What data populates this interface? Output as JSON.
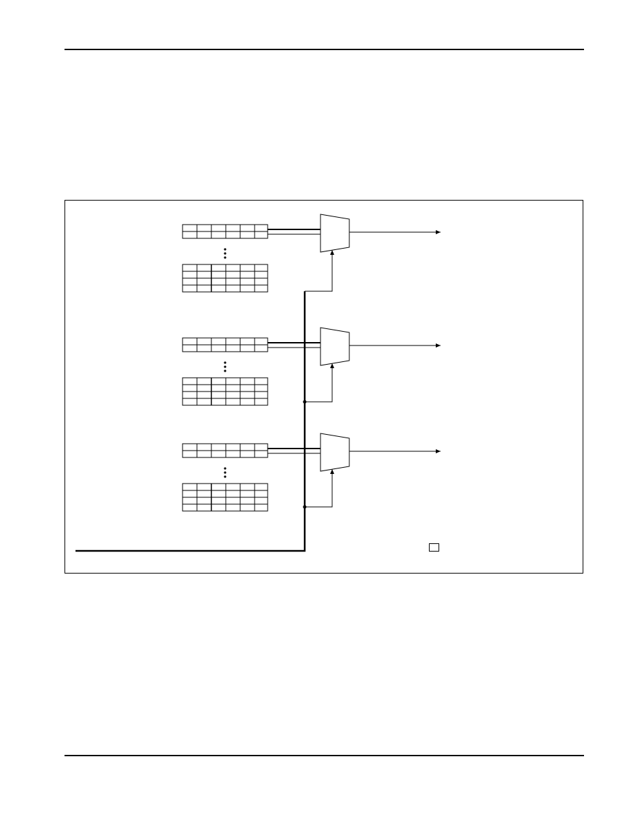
{
  "page": {
    "header_text": "",
    "footer_text": ""
  },
  "diagram": {
    "groups": [
      {
        "name": "group-1",
        "top_table_rows": 2,
        "bottom_table_rows": 4,
        "columns": 6
      },
      {
        "name": "group-2",
        "top_table_rows": 2,
        "bottom_table_rows": 4,
        "columns": 6
      },
      {
        "name": "group-3",
        "top_table_rows": 2,
        "bottom_table_rows": 4,
        "columns": 6
      }
    ],
    "colors": {
      "line": "#000000",
      "background": "#ffffff"
    }
  }
}
